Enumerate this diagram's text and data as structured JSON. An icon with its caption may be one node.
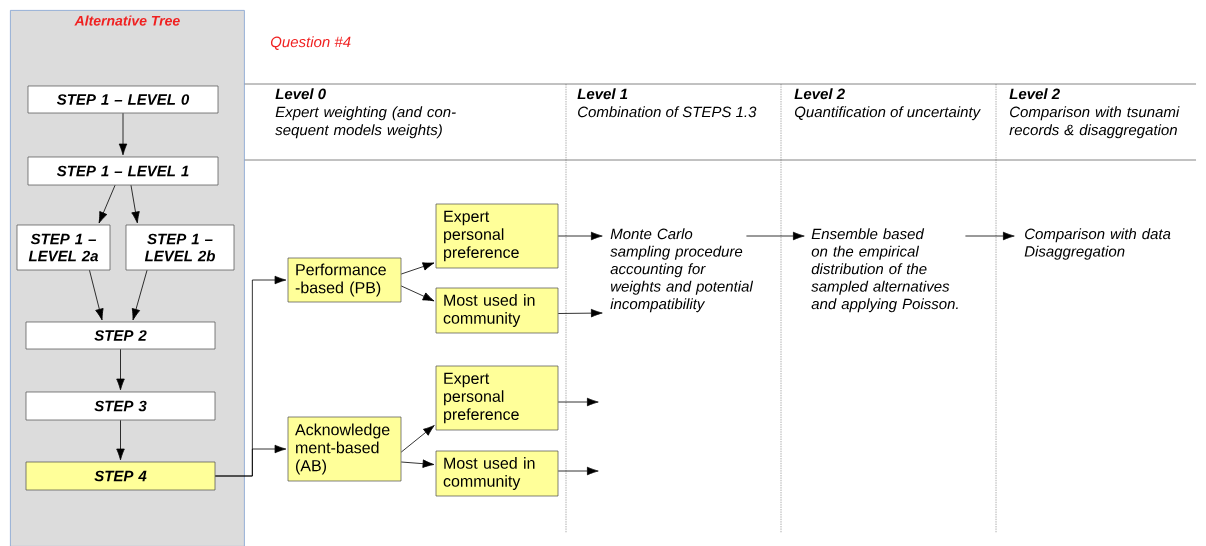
{
  "diagram": {
    "nodes": [
      {
        "text": [
          "Alternative Tree"
        ]
      },
      {
        "text": [
          "STEP 1 – LEVEL 0"
        ],
        "in": 0
      },
      {
        "text": [
          "STEP 1 – LEVEL 1"
        ],
        "in": 0
      },
      {
        "text": [
          "STEP 1 – LEVEL 2a"
        ],
        "in": 0
      },
      {
        "text": [
          "STEP 1 – LEVEL 2b"
        ],
        "in": 0
      },
      {
        "text": [
          "STEP 2"
        ],
        "in": 0
      },
      {
        "text": [
          "STEP 3"
        ],
        "in": 0
      },
      {
        "text": [
          "STEP 4"
        ],
        "in": 0
      },
      {
        "text": [
          "Performance -based (PB)"
        ]
      },
      {
        "text": [
          "Expert personal preference"
        ]
      },
      {
        "text": [
          "Most used in community"
        ]
      },
      {
        "text": [
          "Acknowledge ment-based (AB)"
        ]
      },
      {
        "text": [
          "Expert personal preference"
        ]
      },
      {
        "text": [
          "Most used in community"
        ]
      },
      {
        "text": [
          "Monte Carlo sampling procedure accounting for weights and potential incompatibility"
        ]
      },
      {
        "text": [
          "Ensemble based on the empirical distribution of the sampled alternatives and applying Poisson."
        ]
      },
      {
        "text": [
          "Comparison with data Disaggregation"
        ]
      }
    ],
    "edges": [
      {
        "from": 1,
        "to": 2,
        "arrow": "to"
      },
      {
        "from": 2,
        "to": 3,
        "arrow": "to"
      },
      {
        "from": 2,
        "to": 4,
        "arrow": "to"
      },
      {
        "from": 3,
        "to": 5,
        "arrow": "to"
      },
      {
        "from": 4,
        "to": 5,
        "arrow": "to"
      },
      {
        "from": 5,
        "to": 6,
        "arrow": "to"
      },
      {
        "from": 6,
        "to": 7,
        "arrow": "to"
      },
      {
        "from": 7,
        "to": 8,
        "arrow": "to"
      },
      {
        "from": 7,
        "to": 11,
        "arrow": "to"
      },
      {
        "from": 8,
        "to": 9,
        "arrow": "to"
      },
      {
        "from": 8,
        "to": 10,
        "arrow": "to"
      },
      {
        "from": 11,
        "to": 12,
        "arrow": "to"
      },
      {
        "from": 11,
        "to": 13,
        "arrow": "to"
      },
      {
        "from": 9,
        "to": 14,
        "arrow": "to"
      },
      {
        "from": 10,
        "to": 14,
        "arrow": "to"
      },
      {
        "from": 14,
        "to": 15,
        "arrow": "to"
      },
      {
        "from": 15,
        "to": 16,
        "arrow": "to"
      },
      {
        "from": 12,
        "to": null,
        "arrow": "to"
      },
      {
        "from": 13,
        "to": null,
        "arrow": "to"
      }
    ],
    "labels": [
      "Question #4",
      "Level 0",
      "Expert weighting (and con- sequent models weights)",
      "Level 1",
      "Combination of STEPS 1.3",
      "Level 2",
      "Quantification of uncertainty",
      "Level 2",
      "Comparison with tsunami records & disaggregation"
    ]
  }
}
